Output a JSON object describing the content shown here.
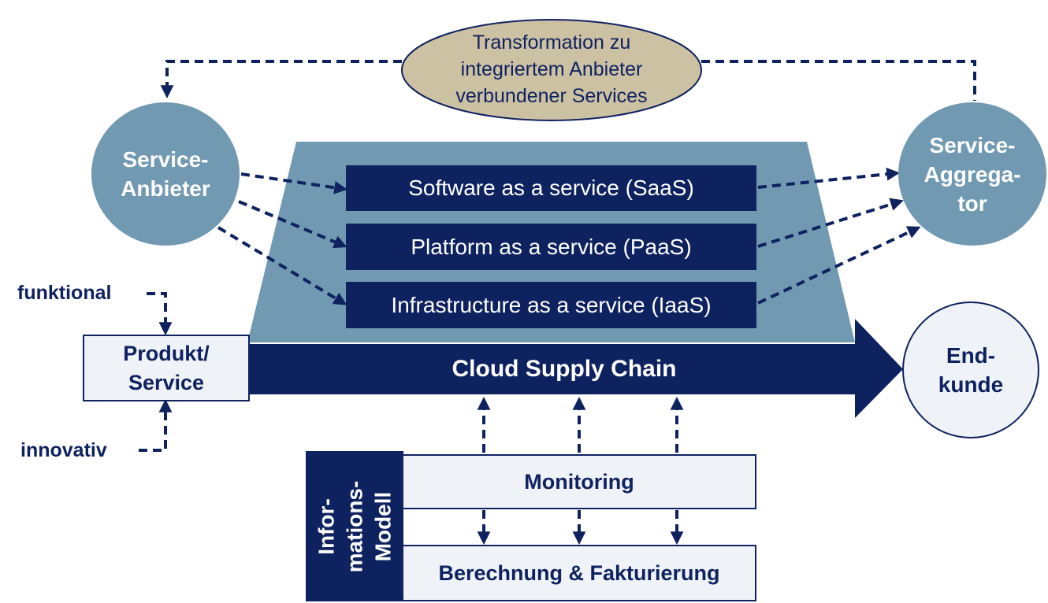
{
  "transformation": "Transformation zu\nintegriertem Anbieter\nverbundener Services",
  "actors": {
    "provider": "Service-\nAnbieter",
    "aggregator": "Service-\nAggrega-\ntor",
    "end_customer": "End-\nkunde"
  },
  "layers": {
    "saas": "Software as a service (SaaS)",
    "paas": "Platform as a service (PaaS)",
    "iaas": "Infrastructure as a service (IaaS)"
  },
  "supply_chain": "Cloud Supply Chain",
  "product": {
    "box": "Produkt/\nService",
    "functional": "funktional",
    "innovative": "innovativ"
  },
  "info_model": {
    "title": "Infor-\nmations-\nModell",
    "monitoring": "Monitoring",
    "billing": "Berechnung & Fakturierung"
  },
  "colors": {
    "navy": "#0f2260",
    "steel": "#7199b2",
    "ellipse": "#cdc1a3",
    "light": "#eff2f7"
  }
}
